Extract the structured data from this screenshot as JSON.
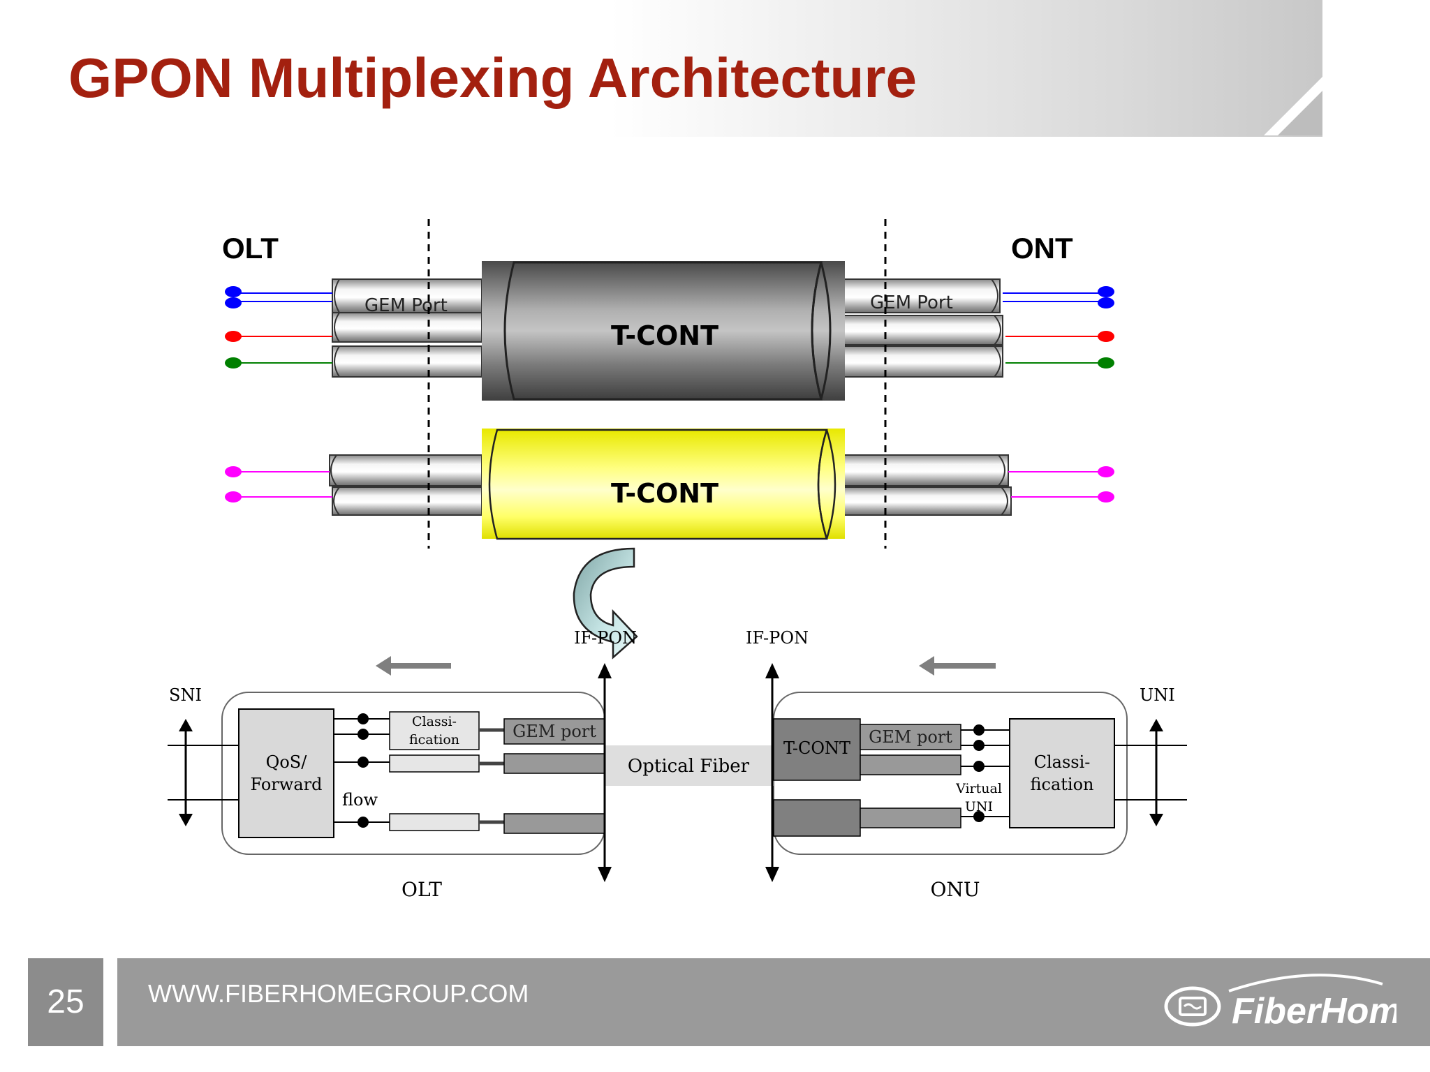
{
  "slide": {
    "title": "GPON Multiplexing Architecture",
    "page_number": "25",
    "footer_url": "WWW.FIBERHOMEGROUP.COM",
    "brand": "FiberHome"
  },
  "top_diagram": {
    "olt_label": "OLT",
    "ont_label": "ONT",
    "gem_port_left": "GEM Port",
    "gem_port_right": "GEM Port",
    "tcont_upper": "T-CONT",
    "tcont_lower": "T-CONT"
  },
  "bottom_diagram": {
    "if_pon_left": "IF-PON",
    "if_pon_right": "IF-PON",
    "sni": "SNI",
    "uni": "UNI",
    "qos_line1": "QoS/",
    "qos_line2": "Forward",
    "classi_small_line1": "Classi-",
    "classi_small_line2": "fication",
    "gem_port_olt": "GEM port",
    "flow": "flow",
    "optical_fiber": "Optical Fiber",
    "tcont": "T-CONT",
    "gem_port_onu": "GEM port",
    "virtual_uni_line1": "Virtual",
    "virtual_uni_line2": "UNI",
    "classi_large_line1": "Classi-",
    "classi_large_line2": "fication",
    "olt_caption": "OLT",
    "onu_caption": "ONU"
  },
  "colors": {
    "title_red": "#a3200f",
    "footer_gray": "#9a9a9a",
    "blue_flow": "#0000ff",
    "red_flow": "#ff0000",
    "green_flow": "#008000",
    "magenta_flow": "#ff00ff",
    "tcont_yellow": "#ffff33"
  }
}
